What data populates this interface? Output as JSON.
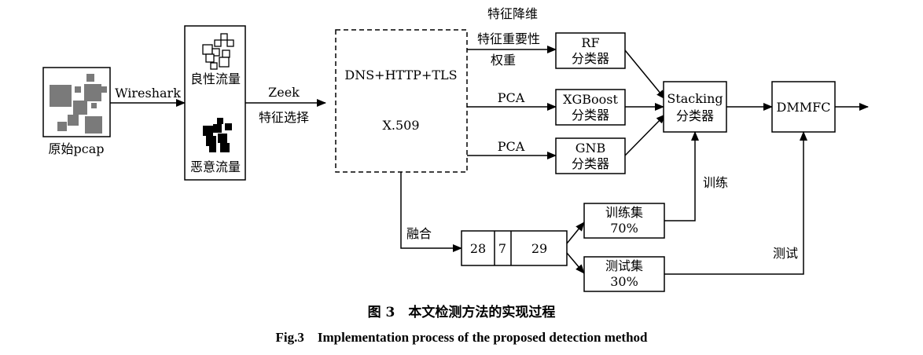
{
  "figure": {
    "raw_pcap_label": "原始pcap",
    "wireshark_label": "Wireshark",
    "benign_label": "良性流量",
    "malicious_label": "恶意流量",
    "zeek_label": "Zeek",
    "feature_select_label": "特征选择",
    "protocols_label": "DNS+HTTP+TLS",
    "x509_label": "X.509",
    "dim_reduce_label": "特征降维",
    "importance_label": "特征重要性",
    "weight_label": "权重",
    "pca1_label": "PCA",
    "pca2_label": "PCA",
    "rf_line1": "RF",
    "rf_line2": "分类器",
    "xgb_line1": "XGBoost",
    "xgb_line2": "分类器",
    "gnb_line1": "GNB",
    "gnb_line2": "分类器",
    "stacking_line1": "Stacking",
    "stacking_line2": "分类器",
    "dmmfc_label": "DMMFC",
    "fusion_label": "融合",
    "seg1": "28",
    "seg2": "7",
    "seg3": "29",
    "train_line1": "训练集",
    "train_line2": "70%",
    "test_line1": "测试集",
    "test_line2": "30%",
    "train_arrow_label": "训练",
    "test_arrow_label": "测试"
  },
  "caption": {
    "cn": "图 3　本文检测方法的实现过程",
    "en": "Fig.3　Implementation process of the proposed detection method"
  }
}
